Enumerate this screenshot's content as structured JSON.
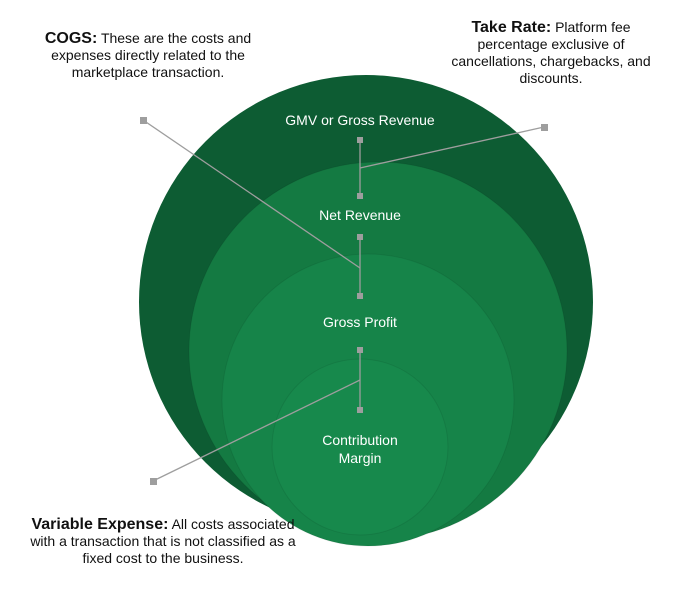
{
  "colors": {
    "background": "#ffffff",
    "circle_outer": "#0d5c33",
    "circle_2": "#147a42",
    "circle_3": "#168449",
    "circle_inner": "#17894c",
    "connector": "#9e9e9e",
    "text_on_green": "#ffffff",
    "annotation_text": "#111111"
  },
  "circles": {
    "gmv": {
      "label": "GMV or Gross Revenue"
    },
    "net_revenue": {
      "label": "Net Revenue"
    },
    "gross_profit": {
      "label": "Gross Profit"
    },
    "contribution_margin": {
      "label": "Contribution Margin"
    }
  },
  "annotations": {
    "cogs": {
      "title": "COGS:",
      "text": "These are the costs and expenses directly related to the marketplace transaction."
    },
    "take_rate": {
      "title": "Take Rate:",
      "text": "Platform fee percentage exclusive of cancellations, chargebacks, and discounts."
    },
    "variable_expense": {
      "title": "Variable Expense:",
      "text": "All costs associated with a transaction that is not classified as a fixed cost to the business."
    }
  }
}
